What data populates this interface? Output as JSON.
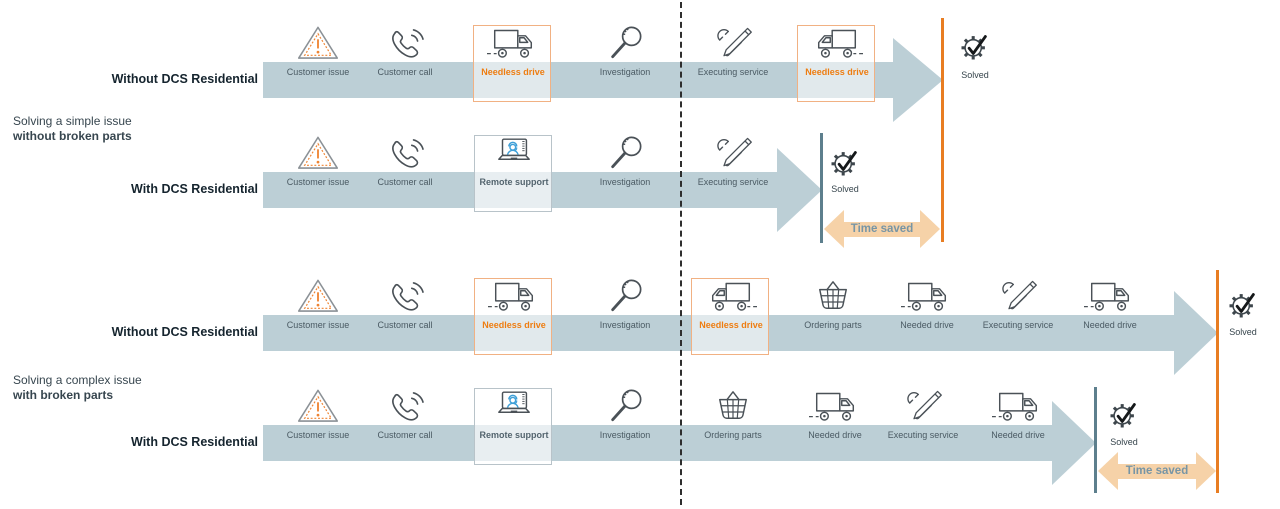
{
  "colors": {
    "band": "#bccfd6",
    "accent_orange": "#e87d22",
    "needless_text": "#ee7d11",
    "box_orange_border": "#f1b183",
    "box_slate_border": "#b8c3c9",
    "slate_text": "#53646e",
    "time_saved_fill": "#f6d2a8",
    "time_saved_text": "#7795a5",
    "timeline_gray_line": "#5d7f8d",
    "step_label_text": "#4a5a63",
    "row_label_text": "#15242e",
    "remote_support_blue": "#3fa0d8"
  },
  "groups": [
    {
      "title_line1": "Solving a simple issue",
      "title_line2": "without broken parts",
      "time_saved": "Time saved",
      "rows": [
        {
          "label": "Without DCS Residential",
          "solved_label": "Solved",
          "steps": [
            {
              "label": "Customer issue",
              "icon": "warning-icon"
            },
            {
              "label": "Customer call",
              "icon": "phone-icon"
            },
            {
              "label": "Needless drive",
              "icon": "truck-right-icon",
              "box": "orange"
            },
            {
              "label": "Investigation",
              "icon": "magnifier-icon"
            },
            {
              "label": "Executing service",
              "icon": "tools-icon"
            },
            {
              "label": "Needless drive",
              "icon": "truck-left-icon",
              "box": "orange"
            }
          ]
        },
        {
          "label": "With DCS Residential",
          "solved_label": "Solved",
          "steps": [
            {
              "label": "Customer issue",
              "icon": "warning-icon"
            },
            {
              "label": "Customer call",
              "icon": "phone-icon"
            },
            {
              "label": "Remote support",
              "icon": "remote-support-icon",
              "box": "slate"
            },
            {
              "label": "Investigation",
              "icon": "magnifier-icon"
            },
            {
              "label": "Executing service",
              "icon": "tools-icon"
            }
          ]
        }
      ]
    },
    {
      "title_line1": "Solving a complex issue",
      "title_line2": "with broken parts",
      "time_saved": "Time saved",
      "rows": [
        {
          "label": "Without DCS Residential",
          "solved_label": "Solved",
          "steps": [
            {
              "label": "Customer issue",
              "icon": "warning-icon"
            },
            {
              "label": "Customer call",
              "icon": "phone-icon"
            },
            {
              "label": "Needless drive",
              "icon": "truck-right-icon",
              "box": "orange"
            },
            {
              "label": "Investigation",
              "icon": "magnifier-icon"
            },
            {
              "label": "Needless drive",
              "icon": "truck-left-icon",
              "box": "orange"
            },
            {
              "label": "Ordering parts",
              "icon": "basket-icon"
            },
            {
              "label": "Needed drive",
              "icon": "truck-right-icon"
            },
            {
              "label": "Executing service",
              "icon": "tools-icon"
            },
            {
              "label": "Needed drive",
              "icon": "truck-right-icon"
            }
          ]
        },
        {
          "label": "With DCS Residential",
          "solved_label": "Solved",
          "steps": [
            {
              "label": "Customer issue",
              "icon": "warning-icon"
            },
            {
              "label": "Customer call",
              "icon": "phone-icon"
            },
            {
              "label": "Remote support",
              "icon": "remote-support-icon",
              "box": "slate"
            },
            {
              "label": "Investigation",
              "icon": "magnifier-icon"
            },
            {
              "label": "Ordering parts",
              "icon": "basket-icon"
            },
            {
              "label": "Needed drive",
              "icon": "truck-right-icon"
            },
            {
              "label": "Executing service",
              "icon": "tools-icon"
            },
            {
              "label": "Needed drive",
              "icon": "truck-right-icon"
            }
          ]
        }
      ]
    }
  ]
}
